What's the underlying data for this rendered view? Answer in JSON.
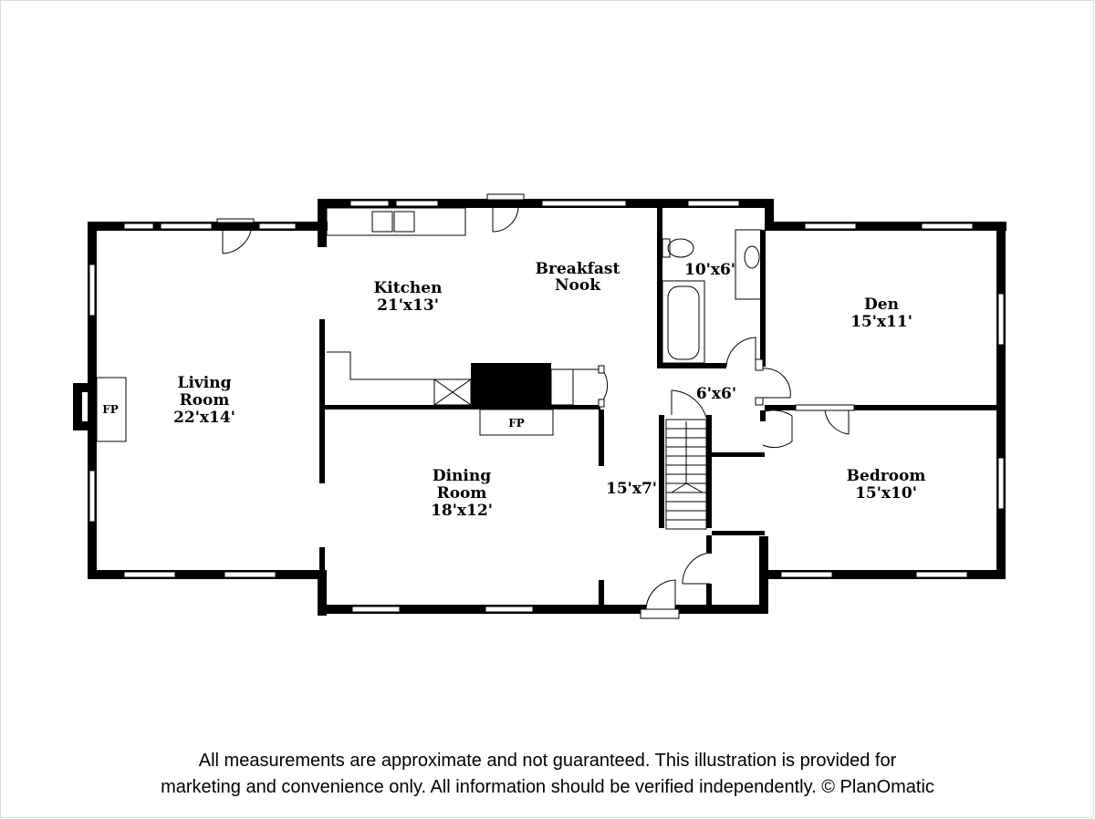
{
  "rooms": {
    "living": {
      "name_1": "Living",
      "name_2": "Room",
      "dims": "22'x14'"
    },
    "kitchen": {
      "name": "Kitchen",
      "dims": "21'x13'"
    },
    "breakfast": {
      "name_1": "Breakfast",
      "name_2": "Nook"
    },
    "bath": {
      "dims": "10'x6'"
    },
    "den": {
      "name": "Den",
      "dims": "15'x11'"
    },
    "hall": {
      "dims": "6'x6'"
    },
    "dining": {
      "name_1": "Dining",
      "name_2": "Room",
      "dims": "18'x12'"
    },
    "stair_hall": {
      "dims": "15'x7'"
    },
    "bedroom": {
      "name": "Bedroom",
      "dims": "15'x10'"
    }
  },
  "fireplaces": {
    "living": "FP",
    "dining": "FP"
  },
  "disclaimer": {
    "line_1": "All measurements are approximate and not guaranteed. This illustration is provided for",
    "line_2": "marketing and convenience only. All information should be verified independently. © PlanOmatic"
  }
}
